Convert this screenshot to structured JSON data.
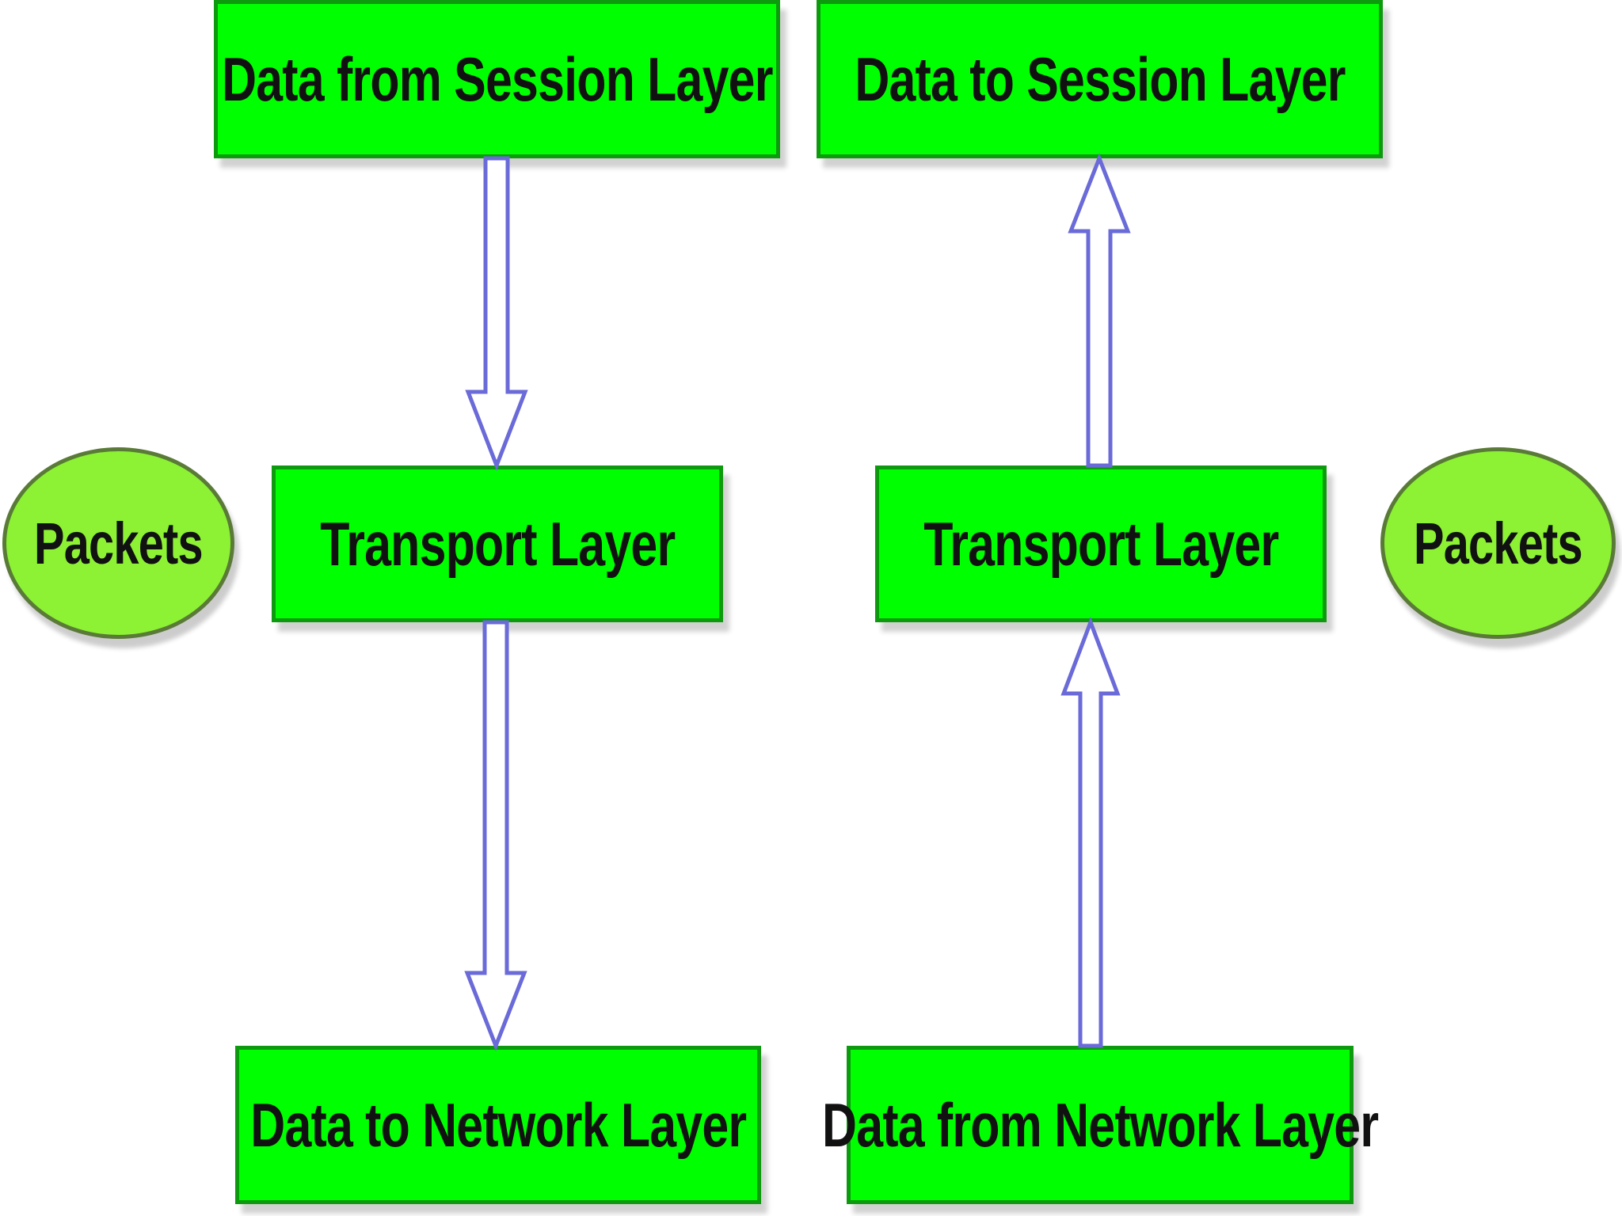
{
  "left_stack": {
    "top_box": "Data from Session Layer",
    "middle_box": "Transport Layer",
    "bottom_box": "Data to Network Layer",
    "side_label": "Packets"
  },
  "right_stack": {
    "top_box": "Data to Session Layer",
    "middle_box": "Transport Layer",
    "bottom_box": "Data from Network Layer",
    "side_label": "Packets"
  },
  "colors": {
    "box_fill": "#00ff00",
    "box_border": "#0e9a0e",
    "ellipse_fill": "#8cf233",
    "arrow_stroke": "#6a6ad8"
  }
}
